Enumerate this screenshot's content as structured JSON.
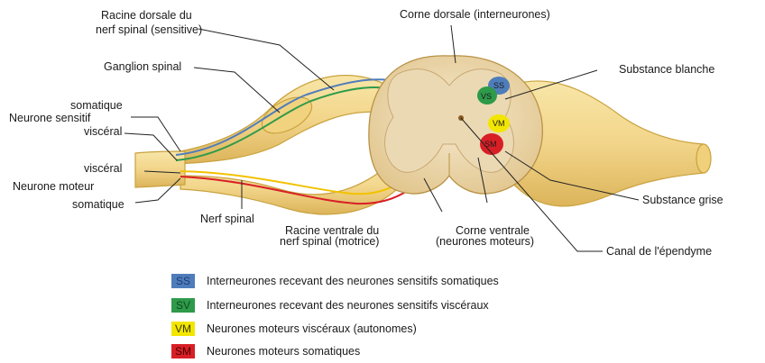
{
  "labels": {
    "dorsal_root": [
      "Racine dorsale du",
      "nerf spinal (sensitive)"
    ],
    "dorsal_horn": "Corne dorsale (interneurones)",
    "ganglion": "Ganglion spinal",
    "sensory_somatic": "somatique",
    "sensory_neuron": "Neurone sensitif",
    "sensory_visceral": "viscéral",
    "motor_visceral": "viscéral",
    "motor_neuron": "Neurone moteur",
    "motor_somatic": "somatique",
    "spinal_nerve": "Nerf spinal",
    "ventral_root": [
      "Racine ventrale du",
      "nerf spinal (motrice)"
    ],
    "ventral_horn": [
      "Corne ventrale",
      "(neurones moteurs)"
    ],
    "white_matter": "Substance blanche",
    "gray_matter": "Substance grise",
    "central_canal": "Canal de l'épendyme"
  },
  "zone_tags": {
    "ss": "SS",
    "vs": "VS",
    "vm": "VM",
    "sm": "SM"
  },
  "legend": [
    {
      "code": "SS",
      "text": "Interneurones recevant des neurones sensitifs somatiques",
      "color": "#4f7dbb",
      "text_color": "#1f3b73"
    },
    {
      "code": "SV",
      "text": "Interneurones recevant des neurones sensitifs viscéraux",
      "color": "#2e9a4a",
      "text_color": "#0d4d1e"
    },
    {
      "code": "VM",
      "text": "Neurones moteurs viscéraux (autonomes)",
      "color": "#f2e600",
      "text_color": "#3a3a00"
    },
    {
      "code": "SM",
      "text": "Neurones moteurs somatiques",
      "color": "#d81f26",
      "text_color": "#4a0000"
    }
  ],
  "colors": {
    "nerve": "#f2d58a",
    "nerve_edge": "#c9a23e",
    "gray_matter": "#ebd9b3",
    "white_matter": "#f7ecd0",
    "somatic_sensory": "#4f7dbb",
    "visceral_sensory": "#2e9a4a",
    "visceral_motor": "#f2e600",
    "somatic_motor": "#d81f26"
  }
}
